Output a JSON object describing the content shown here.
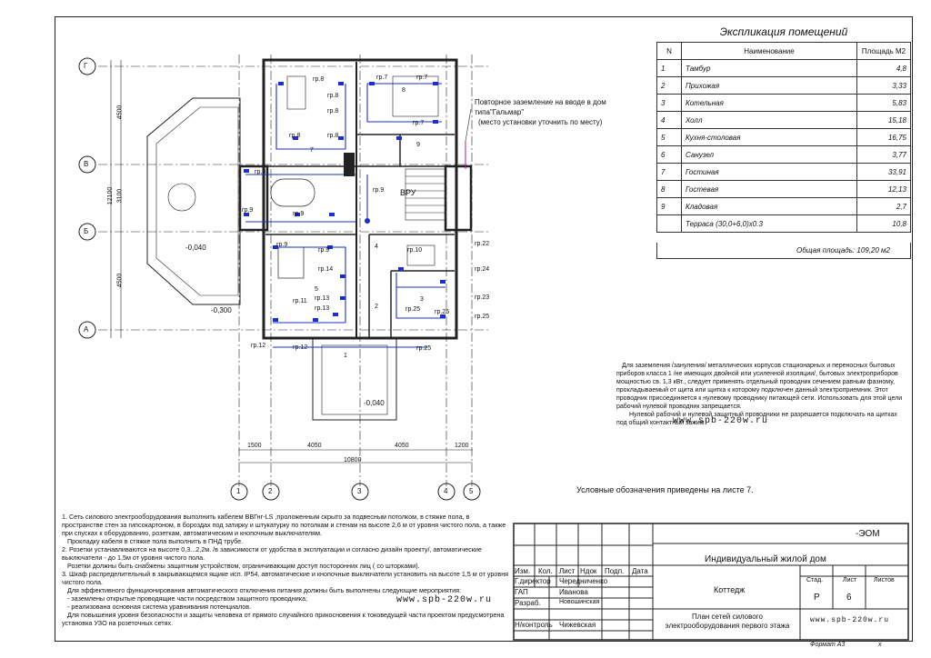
{
  "explication": {
    "title": "Экспликация помещений",
    "headers": {
      "n": "N",
      "name": "Наименование",
      "area": "Площадь М2"
    },
    "rows": [
      {
        "n": "1",
        "name": "Тамбур",
        "area": "4,8"
      },
      {
        "n": "2",
        "name": "Прихожая",
        "area": "3,33"
      },
      {
        "n": "3",
        "name": "Котельная",
        "area": "5,83"
      },
      {
        "n": "4",
        "name": "Холл",
        "area": "15,18"
      },
      {
        "n": "5",
        "name": "Кухня-столовая",
        "area": "16,75"
      },
      {
        "n": "6",
        "name": "Санузел",
        "area": "3,77"
      },
      {
        "n": "7",
        "name": "Гостиная",
        "area": "33,91"
      },
      {
        "n": "8",
        "name": "Гостевая",
        "area": "12,13"
      },
      {
        "n": "9",
        "name": "Кладовая",
        "area": "2,7"
      },
      {
        "n": "",
        "name": "Терраса (30,0+6,0)x0.3",
        "area": "10,8"
      }
    ],
    "total": "Общая площадь: 109,20 м2"
  },
  "plan": {
    "axes_letters": [
      "Г",
      "В",
      "Б",
      "А"
    ],
    "axes_numbers": [
      "1",
      "2",
      "3",
      "4",
      "5"
    ],
    "grounding_callout": [
      "Повторное заземление на вводе в дом",
      "типа\"Гальмар\"",
      "(место установки уточнить по месту)"
    ],
    "levels": [
      "-0,040",
      "-0,300",
      "-0,040"
    ],
    "vru": "ВРУ",
    "room_numbers": [
      "7",
      "8",
      "9",
      "4",
      "5",
      "2",
      "3",
      "1"
    ],
    "groups": [
      "гр.8",
      "гр.8",
      "гр.8",
      "гр.8",
      "гр.8",
      "гр.7",
      "гр.7",
      "гр.7",
      "гр.8",
      "гр.9",
      "гр.9",
      "гр.9",
      "гр.9",
      "гр.9",
      "гр.14",
      "гр.13",
      "гр.13",
      "гр.11",
      "гр.12",
      "гр.12",
      "гр.10",
      "гр.22",
      "гр.24",
      "гр.23",
      "гр.25",
      "гр.25",
      "гр.25",
      "гр.25"
    ],
    "dims_bottom": [
      "1500",
      "4050",
      "4050",
      "1200"
    ],
    "dims_total": "10800",
    "dims_left": [
      "4500",
      "3100",
      "4500",
      "12100"
    ]
  },
  "notes": [
    "1. Сеть силового электрооборудования выполнить кабелем ВВГнг-LS ,проложенным скрыто за подвесным потолком, в стяжке пола, в пространстве стен за гипсокартоном, в бороздах под затирку и штукатурку по потолкам и стенам на высоте 2,6 м от уровня чистого пола, а также при спусках к оборудованию, розеткам, автоматическим и кнопочным выключателям.",
    "Прокладку кабеля в стяжке пола выполнить в ПНД трубе.",
    "2. Розетки устанавливаются на высоте 0,3...2,2м. /в зависимости от удобства в эксплуатации и согласно дизайн проекту/, автоматические выключатели - до 1,5м от уровня чистого пола.",
    "Розетки должны быть снабжены защитным устройством, ограничивающим доступ посторонних лиц ( со шторками).",
    "3. Шкаф распределительный в закрывающемся ящике исп. IP54, автоматические и кнопочные выключатели установить на высоте 1,5 м от уровня чистого пола.",
    "Для эффективного функционирования автоматического отключения питания должны быть выполнены следующие мероприятия:",
    "- заземлены открытые проводящие части посредством защитного проводника;",
    "- реализована основная система уравнивания потенциалов.",
    "Для повышения уровня безопасности и защиты человека от прямого случайного прикосновения к токоведущей части проектом предусмотрена установка УЗО на розеточных сетях."
  ],
  "grounding_text": [
    "Для заземления /зануления/ металлических корпусов стационарных и переносных бытовых приборов класса 1 /не имеющих двойной или усиленной изоляции/, бытовых электроприборов мощностью св. 1,3 кВт., следует применять отдельный проводник сечением равным фазному, прокладываемый от щита или щитка к которому подключен данный электроприемник. Этот проводник присоединяется к нулевому проводнику питающей сети. Использовать для этой цели рабочий нулевой проводник запрещается.",
    "Нулевой рабочий и нулевой защитный проводники не разрешается подключать на щитках под общий контактный зажим"
  ],
  "watermark": "www.spb-220w.ru",
  "legend_note": "Условные обозначения приведены на листе 7.",
  "stamp": {
    "code": "-ЭОМ",
    "project": "Индивидуальный жилой дом",
    "object": "Коттедж",
    "sheet_title": "План сетей силового электрооборудования первого этажа",
    "stage_label": "Стад.",
    "sheet_label": "Лист",
    "sheets_label": "Листов",
    "stage": "Р",
    "sheet": "6",
    "sheets": "",
    "col_headers": [
      "Изм.",
      "Кол.",
      "Лист",
      "Ндок",
      "Подп.",
      "Дата"
    ],
    "roles": [
      {
        "role": "Г.директор",
        "name": "Чередниченко"
      },
      {
        "role": "ГАП",
        "name": "Иванова"
      },
      {
        "role": "Разраб.",
        "name": "Новошинская"
      },
      {
        "role": "Н/контроль",
        "name": "Чижевская"
      }
    ],
    "format": "Формат А3",
    "x": "х"
  }
}
